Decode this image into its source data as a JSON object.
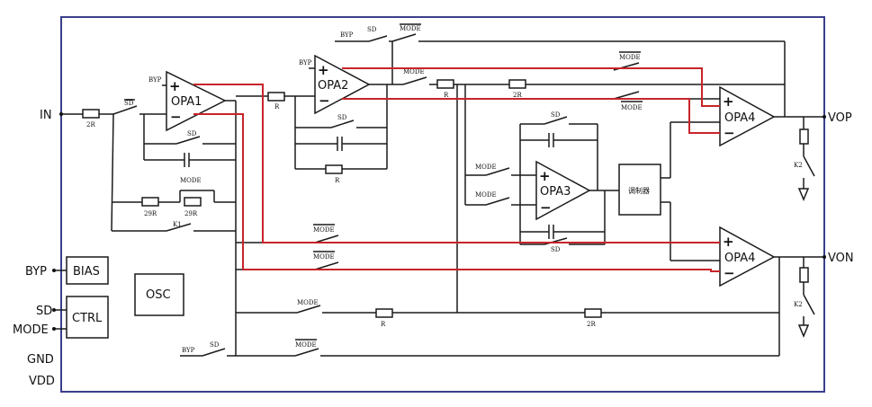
{
  "pins": {
    "in": "IN",
    "vop": "VOP",
    "von": "VON",
    "byp": "BYP",
    "sd": "SD",
    "mode": "MODE",
    "gnd": "GND",
    "vdd": "VDD"
  },
  "blocks": {
    "bias": "BIAS",
    "ctrl": "CTRL",
    "osc": "OSC",
    "modulator": "调制器"
  },
  "amps": {
    "opa1": "OPA1",
    "opa2": "OPA2",
    "opa3": "OPA3",
    "opa4a": "OPA4",
    "opa4b": "OPA4"
  },
  "resistors": {
    "r_in": "2R",
    "r_opa2_in": "R",
    "r_fb": "R",
    "r_mid1": "R",
    "r_mid2": "2R",
    "r_29a": "29R",
    "r_29b": "29R",
    "r_bot1": "R",
    "r_bot2": "2R"
  },
  "switches": {
    "sd": "SD",
    "mode": "MODE",
    "mode_bar": "MODE",
    "byp": "BYP",
    "k1": "K1",
    "k2": "K2"
  },
  "colors": {
    "signal": "#c8242b",
    "frame": "#3a3f8c",
    "wire": "#1a1a1a"
  }
}
